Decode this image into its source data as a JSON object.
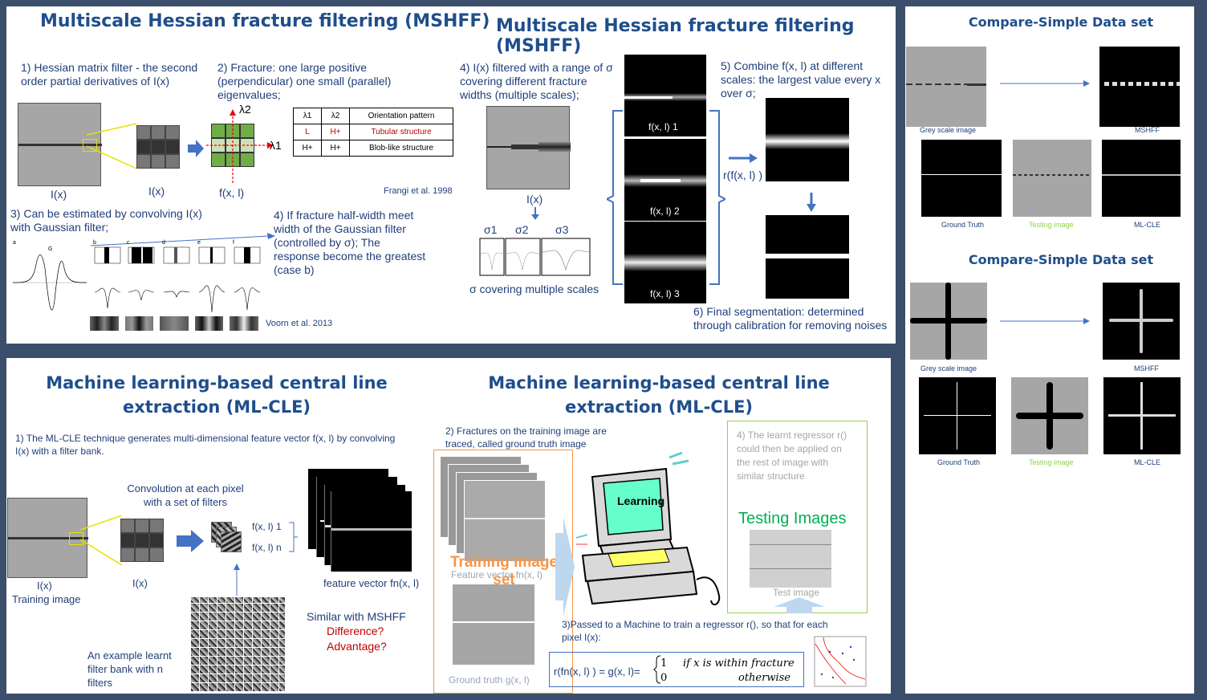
{
  "panel1": {
    "title_left": "Multiscale Hessian fracture filtering (MSHFF)",
    "title_right": "Multiscale Hessian fracture filtering (MSHFF)",
    "step1": "1) Hessian matrix filter - the second order partial derivatives of I(x)",
    "step2": "2) Fracture: one large positive (perpendicular) one small (parallel) eigenvalues;",
    "lambda2": "λ2",
    "lambda1": "λ1",
    "label_Ix": "I(x)",
    "label_Ix2": "I(x)",
    "label_fxl": "f(x, l)",
    "table": {
      "headers": [
        "λ1",
        "λ2",
        "Orientation pattern"
      ],
      "rows": [
        [
          "L",
          "H+",
          "Tubular structure"
        ],
        [
          "H+",
          "H+",
          "Blob-like structure"
        ]
      ]
    },
    "citation_frangi": "Frangi et al. 1998",
    "step3": "3) Can be estimated by convolving I(x) with Gaussian filter;",
    "step4": "4) If fracture half-width meet width of the Gaussian filter (controlled by σ); The response become the greatest (case b)",
    "citation_voorn": "Voorn et al. 2013",
    "fig_letters": [
      "a",
      "b",
      "c",
      "d",
      "e",
      "f"
    ],
    "fig_G": "G",
    "r_step4": "4) I(x) filtered with a range of σ covering different fracture widths (multiple scales);",
    "r_Ix": "I(x)",
    "sigmas": [
      "σ1",
      "σ2",
      "σ3"
    ],
    "sigma_caption": "σ covering multiple scales",
    "f_labels": [
      "f(x, l) 1",
      "f(x, l) 2",
      "f(x, l) 3"
    ],
    "r_step5": "5) Combine f(x, l) at different scales: the largest value every x over σ;",
    "r_label": "r(f(x, l) )",
    "r_step6": "6) Final segmentation: determined through calibration for removing noises"
  },
  "panel2": {
    "title_left": "Machine learning-based central line extraction (ML-CLE)",
    "title_right": "Machine learning-based central line extraction (ML-CLE)",
    "step1": "1) The ML-CLE technique generates multi-dimensional feature vector f(x, l) by convolving I(x) with a filter bank.",
    "conv_caption": "Convolution at each pixel with a set of filters",
    "label_Ix": "I(x)",
    "label_training": "Training image",
    "label_Ix2": "I(x)",
    "f_top": "f(x, l) 1",
    "f_bottom": "f(x, l) n",
    "feature_caption": "feature vector fn(x, l)",
    "filterbank_caption": "An example learnt filter bank  with n filters",
    "similar": "Similar with MSHFF",
    "difference": "Difference?",
    "advantage": "Advantage?",
    "step2": "2) Fractures on the training image are traced, called ground truth image",
    "training_set": "Training Image set",
    "feature_vector_label": "Feature vector fn(x, l)",
    "ground_truth_label": "Ground truth g(x, l)",
    "computer_screen": "Learning",
    "step3": "3)Passed to a Machine to train a regressor r(), so that for each pixel I(x):",
    "formula_left": "r(fn(x, l) ) = g(x, l)=",
    "formula_case1_val": "1",
    "formula_case1_cond": "if x is within fracture",
    "formula_case2_val": "0",
    "formula_case2_cond": "otherwise",
    "step4": "4) The learnt regressor r() could then be applied on the rest of image with similar structure",
    "testing_images": "Testing Images",
    "test_image": "Test image"
  },
  "panel3": {
    "title1": "Compare-Simple Data set",
    "title2": "Compare-Simple Data set",
    "labels1": {
      "grey": "Grey scale image",
      "mshff": "MSHFF",
      "gt": "Ground Truth",
      "testing": "Testing image",
      "mlcle": "ML-CLE"
    },
    "labels2": {
      "grey": "Grey scale image",
      "mshff": "MSHFF",
      "gt": "Ground Truth",
      "testing": "Testing image",
      "mlcle": "ML-CLE"
    }
  },
  "colors": {
    "accent": "#1f4e8c",
    "orange": "#f79646",
    "red": "#c00000",
    "green": "#00b050",
    "frame": "#3b4e6b"
  }
}
